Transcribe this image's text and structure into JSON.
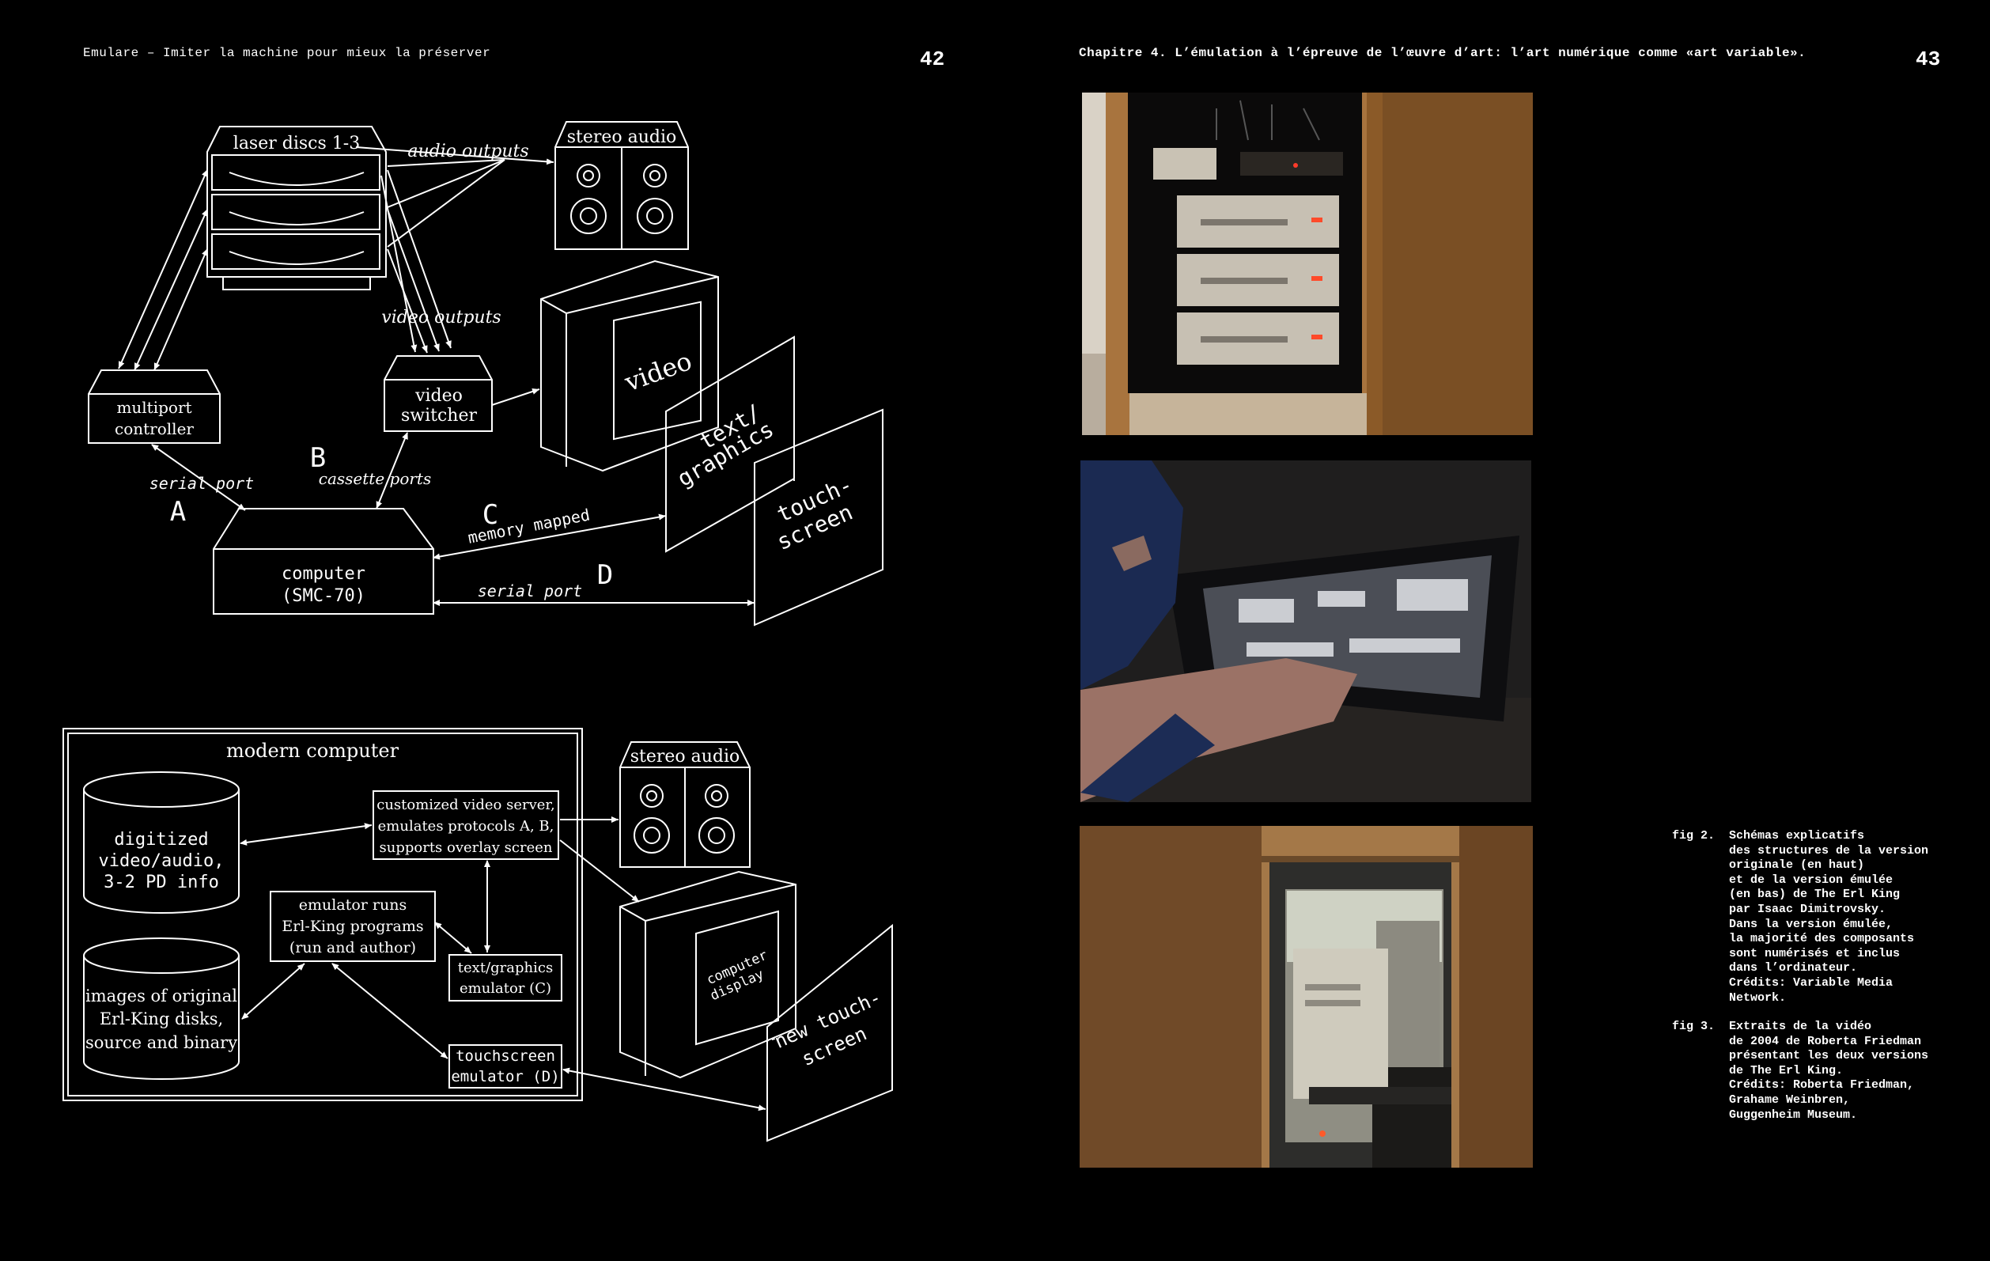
{
  "left_page": {
    "running_head": "Emulare – Imiter la machine pour mieux la préserver",
    "page_number": "42"
  },
  "right_page": {
    "running_head": "Chapitre 4. L’émulation à l’épreuve de l’œuvre d’art: l’art numérique comme «art variable».",
    "page_number": "43"
  },
  "diagram_original": {
    "laser_discs": "laser discs 1-3",
    "audio_outputs": "audio outputs",
    "stereo_audio": "stereo audio",
    "video_outputs": "video outputs",
    "multiport_line1": "multiport",
    "multiport_line2": "controller",
    "switcher_line1": "video",
    "switcher_line2": "switcher",
    "video": "video",
    "text_graphics_line1": "text/",
    "text_graphics_line2": "graphics",
    "touchscreen_line1": "touch-",
    "touchscreen_line2": "screen",
    "serial_port_a": "serial port",
    "label_a": "A",
    "label_b": "B",
    "cassette_ports": "cassette ports",
    "label_c": "C",
    "memory_mapped": "memory mapped",
    "label_d": "D",
    "computer_line1": "computer",
    "computer_line2": "(SMC-70)",
    "serial_port_d": "serial port"
  },
  "diagram_emulated": {
    "modern_computer": "modern computer",
    "digitized_line1": "digitized",
    "digitized_line2": "video/audio,",
    "digitized_line3": "3-2 PD info",
    "images_line1": "images of original",
    "images_line2": "Erl-King disks,",
    "images_line3": "source and binary",
    "server_line1": "customized video server,",
    "server_line2": "emulates protocols A, B,",
    "server_line3": "supports overlay screen",
    "emulator_line1": "emulator runs",
    "emulator_line2": "Erl-King programs",
    "emulator_line3": "(run and author)",
    "tg_line1": "text/graphics",
    "tg_line2": "emulator (C)",
    "ts_line1": "touchscreen",
    "ts_line2": "emulator (D)",
    "stereo_audio": "stereo audio",
    "display_line1": "computer",
    "display_line2": "display",
    "new_touch_line1": "new touch-",
    "new_touch_line2": "screen"
  },
  "captions": [
    {
      "fig": "fig 2.",
      "lines": [
        "Schémas explicatifs",
        "des structures de la version",
        "originale (en haut)",
        "et de la version émulée",
        "(en bas) de The Erl King",
        "par Isaac Dimitrovsky.",
        "Dans la version émulée,",
        "la majorité des composants",
        "sont numérisés et inclus",
        "dans l’ordinateur.",
        "Crédits: Variable Media",
        "Network."
      ]
    },
    {
      "fig": "fig 3.",
      "lines": [
        "Extraits de la vidéo",
        "de 2004 de Roberta Friedman",
        "présentant les deux versions",
        "de The Erl King.",
        "Crédits: Roberta Friedman,",
        "Grahame Weinbren,",
        "Guggenheim Museum."
      ]
    }
  ]
}
